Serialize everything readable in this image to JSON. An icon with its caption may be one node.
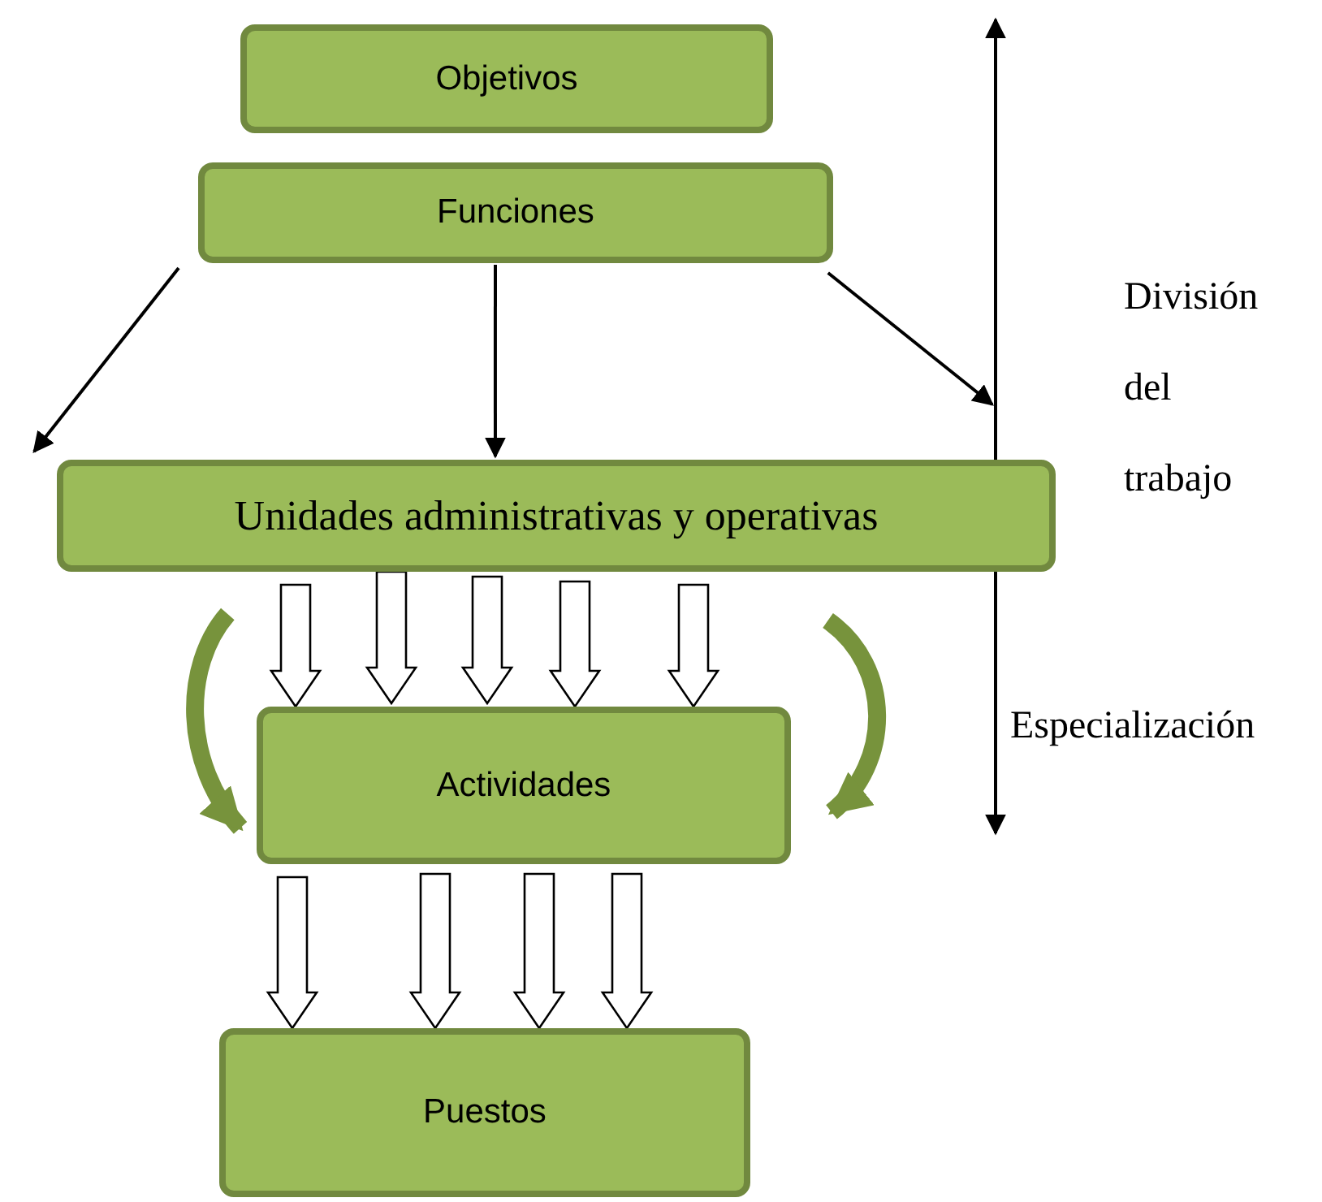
{
  "diagram": {
    "nodes": [
      {
        "text": [
          "Objetivos"
        ]
      },
      {
        "text": [
          "Funciones"
        ]
      },
      {
        "text": [
          "Unidades administrativas y operativas"
        ]
      },
      {
        "text": [
          "Actividades"
        ]
      },
      {
        "text": [
          "Puestos"
        ]
      }
    ],
    "edges": [
      {
        "from": 1,
        "to": 2,
        "arrow": "to"
      },
      {
        "from": 1,
        "to": 2,
        "arrow": "to"
      },
      {
        "from": 1,
        "to": null,
        "arrow": "to"
      },
      {
        "from": 2,
        "to": 3,
        "arrow": "to",
        "style": "thick"
      },
      {
        "from": 2,
        "to": 3,
        "arrow": "to",
        "style": "thick"
      },
      {
        "from": 2,
        "to": 3,
        "arrow": "to",
        "style": "thick"
      },
      {
        "from": 2,
        "to": 3,
        "arrow": "to",
        "style": "thick"
      },
      {
        "from": 2,
        "to": 3,
        "arrow": "to",
        "style": "thick"
      },
      {
        "from": 2,
        "to": 3,
        "arrow": "to",
        "style": "thick",
        "color": "#77933c"
      },
      {
        "from": 2,
        "to": 3,
        "arrow": "to",
        "style": "thick",
        "color": "#77933c"
      },
      {
        "from": 3,
        "to": 4,
        "arrow": "to",
        "style": "thick"
      },
      {
        "from": 3,
        "to": 4,
        "arrow": "to",
        "style": "thick"
      },
      {
        "from": 3,
        "to": 4,
        "arrow": "to",
        "style": "thick"
      },
      {
        "from": 3,
        "to": 4,
        "arrow": "to",
        "style": "thick"
      }
    ],
    "labels": [
      "División del trabajo",
      "Especialización"
    ]
  }
}
